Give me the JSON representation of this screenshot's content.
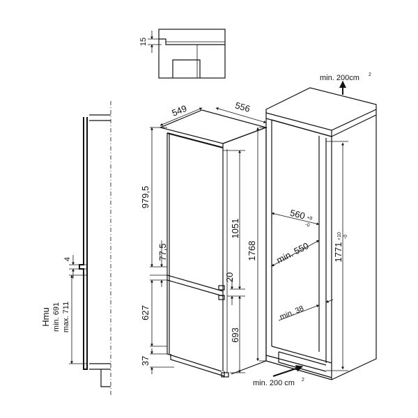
{
  "detail_top": {
    "gap": "15"
  },
  "niche_side": {
    "gap": "4",
    "hmu": "Hmu",
    "min": "min. 691",
    "max": "max. 711"
  },
  "appliance": {
    "width": "549",
    "depth": "556",
    "fridge_height": "979,5",
    "divider": "77,5",
    "freezer_height": "627",
    "base_gap": "37",
    "upper_door": "1051",
    "total": "1768",
    "door_gap": "20",
    "lower_door": "693"
  },
  "cabinet": {
    "vent_top_label": "min. 200cm",
    "vent_top_sup": "2",
    "inner_width": "560",
    "inner_width_tol_top": "+8",
    "inner_width_tol_bot": "-0",
    "depth": "min. 550",
    "height": "1771",
    "height_tol_top": "+10",
    "height_tol_bot": "-0",
    "side_thickness": "min. 38",
    "vent_bottom_label": "min. 200 cm",
    "vent_bottom_sup": "2"
  }
}
